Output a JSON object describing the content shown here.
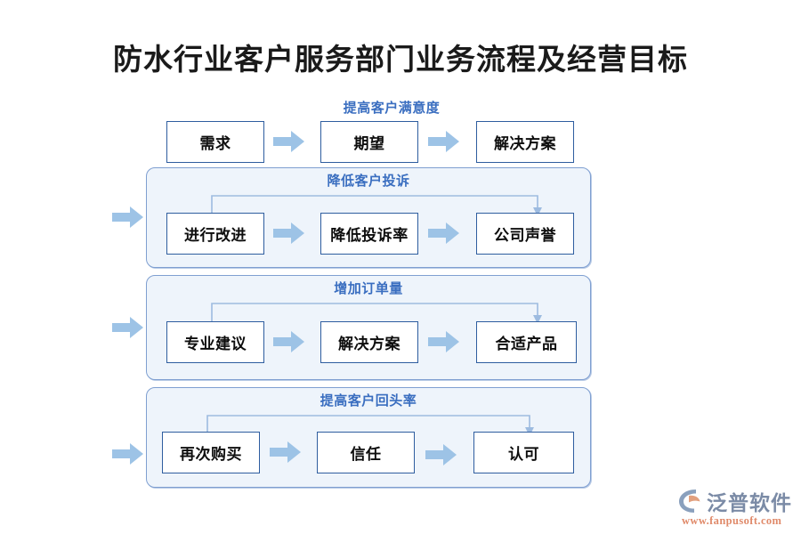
{
  "document": {
    "title": "防水行业客户服务部门业务流程及经营目标",
    "background_color": "#ffffff"
  },
  "colors": {
    "section_title": "#3a6ec0",
    "panel_border": "#7f9fd1",
    "panel_fill": "#eef4fb",
    "box_border": "#2e5d9f",
    "box_fill": "#ffffff",
    "arrow_fill": "#9dc3e6",
    "connector": "#9dbbe0",
    "logo_name": "#7b8ba6",
    "logo_url": "#e08a6a",
    "logo_accent": "#e2a07e"
  },
  "rows": [
    {
      "id": "row-satisfaction",
      "section_title": "提高客户满意度",
      "has_panel": false,
      "has_entry_arrow": false,
      "has_feedback_arrow": false,
      "boxes": [
        "需求",
        "期望",
        "解决方案"
      ]
    },
    {
      "id": "row-complaints",
      "section_title": "降低客户投诉",
      "has_panel": true,
      "has_entry_arrow": true,
      "has_feedback_arrow": true,
      "boxes": [
        "进行改进",
        "降低投诉率",
        "公司声誉"
      ]
    },
    {
      "id": "row-orders",
      "section_title": "增加订单量",
      "has_panel": true,
      "has_entry_arrow": true,
      "has_feedback_arrow": true,
      "boxes": [
        "专业建议",
        "解决方案",
        "合适产品"
      ]
    },
    {
      "id": "row-repeat",
      "section_title": "提高客户回头率",
      "has_panel": true,
      "has_entry_arrow": true,
      "has_feedback_arrow": true,
      "boxes": [
        "再次购买",
        "信任",
        "认可"
      ]
    }
  ],
  "watermark": {
    "name": "泛普软件",
    "sub": "fanpusoft"
  },
  "logo": {
    "name": "泛普软件",
    "url": "www.fanpusoft.com"
  }
}
